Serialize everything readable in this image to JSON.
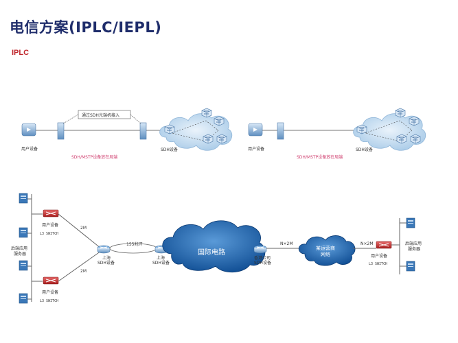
{
  "page": {
    "title": "电信方案(IPLC/IEPL)",
    "subtitle": "IPLC"
  },
  "diagram_top_left": {
    "callout": "通过SDH光端机接入",
    "user_device": "用户设备",
    "sdh_device": "SDH设备",
    "caption": "SDH/MSTP设备放在局端"
  },
  "diagram_top_right": {
    "user_device": "用户设备",
    "sdh_device": "SDH设备",
    "caption": "SDH/MSTP设备放在局端"
  },
  "diagram_bottom": {
    "left_user_device_top": "用户设备",
    "left_switch_top": "L3 SWITCH",
    "left_server": "后端应用\n服务器",
    "left_user_device_bottom": "用户设备",
    "left_switch_bottom": "L3 SWITCH",
    "link_2m_top": "2M",
    "link_2m_bottom": "2M",
    "shanghai_sdh_1": "上海\nSDH设备",
    "link_155": "155兆环",
    "shanghai_sdh_2": "上海\nSDH设备",
    "international_cloud": "国际电路",
    "hk_company": "香港公司\nSDH设备",
    "link_nx2m_left": "N×2M",
    "carrier_cloud": "某运营商\n网络",
    "link_nx2m_right": "N×2M",
    "right_user_device": "用户设备",
    "right_switch": "L3 SWITCH",
    "right_server": "后端应用\n服务器"
  },
  "colors": {
    "title": "#1f2d6b",
    "subtitle": "#c0272d",
    "caption": "#d04070",
    "cloud_dark": "#1b5fa8",
    "cloud_light": "#bcd8ef",
    "router_red": "#c83232"
  },
  "icons": [
    "router-icon",
    "server-icon",
    "cloud-icon",
    "sdh-device-icon"
  ]
}
